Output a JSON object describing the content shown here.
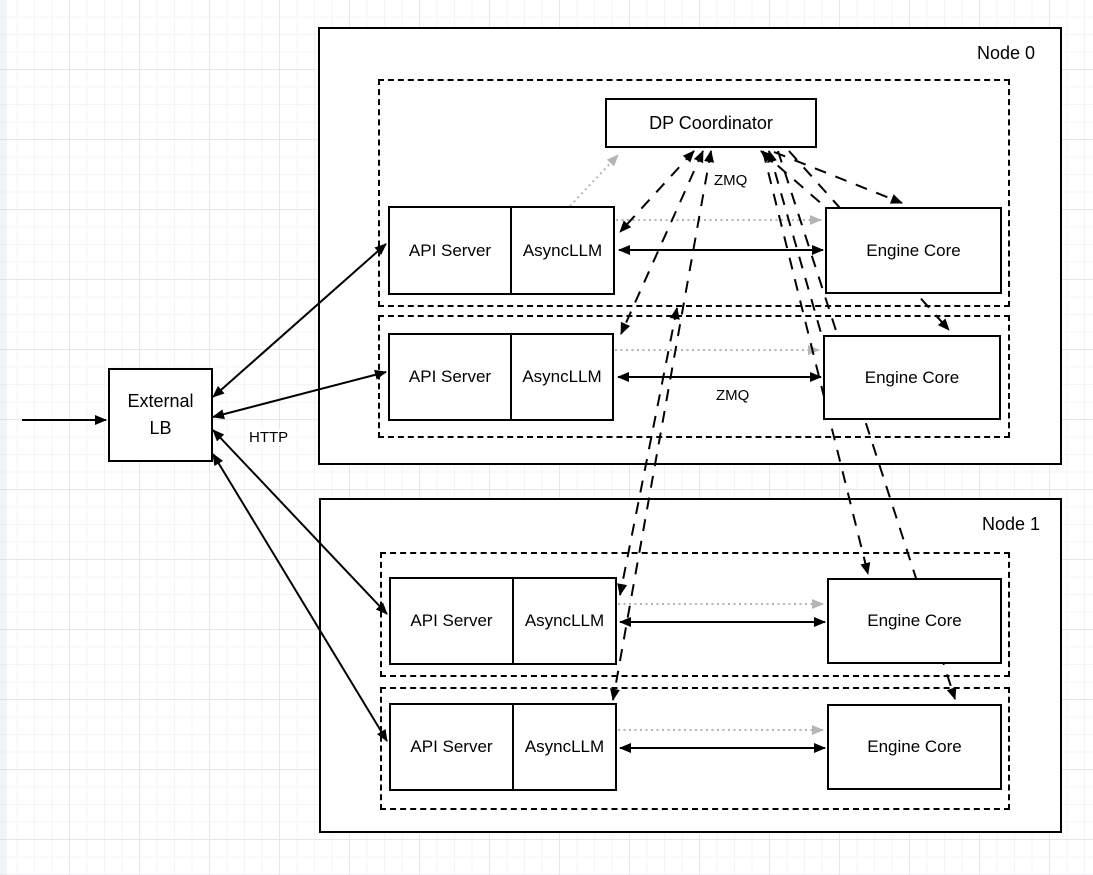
{
  "colors": {
    "stroke": "#000000",
    "dotted_arrow": "#b5b5b5",
    "box_fill": "#ffffff",
    "grid_minor": "#f4f4f6",
    "grid_major": "#e7e7eb"
  },
  "external_lb": {
    "label": "External\nLB"
  },
  "coordinator": {
    "label": "DP Coordinator"
  },
  "labels": {
    "http": "HTTP",
    "zmq_top": "ZMQ",
    "zmq_row": "ZMQ"
  },
  "nodes": [
    {
      "label": "Node 0",
      "rows": [
        {
          "api_server": "API Server",
          "async_llm": "AsyncLLM",
          "engine_core": "Engine Core"
        },
        {
          "api_server": "API Server",
          "async_llm": "AsyncLLM",
          "engine_core": "Engine Core"
        }
      ]
    },
    {
      "label": "Node 1",
      "rows": [
        {
          "api_server": "API Server",
          "async_llm": "AsyncLLM",
          "engine_core": "Engine Core"
        },
        {
          "api_server": "API Server",
          "async_llm": "AsyncLLM",
          "engine_core": "Engine Core"
        }
      ]
    }
  ]
}
